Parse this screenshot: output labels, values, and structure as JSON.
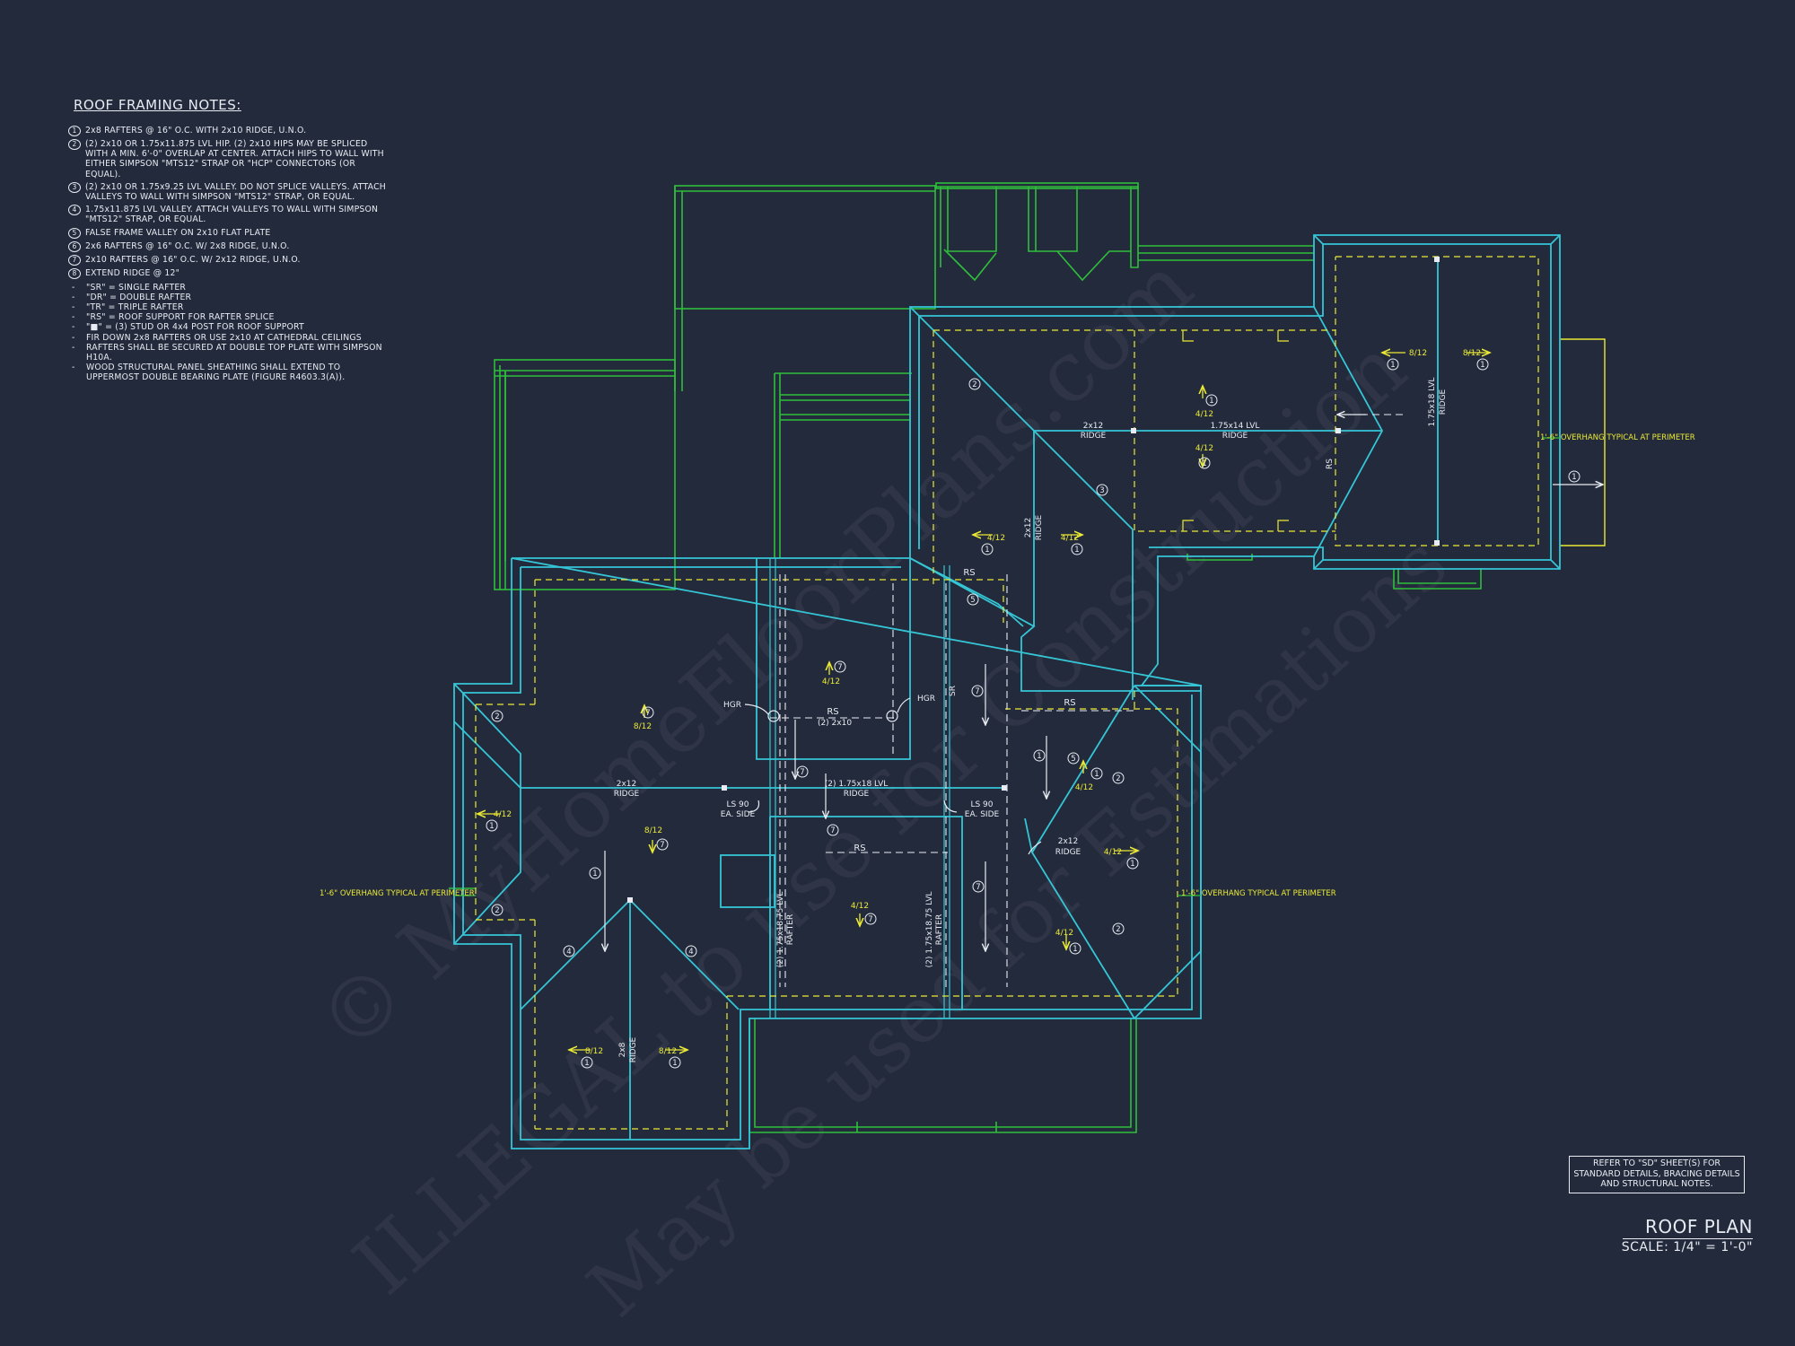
{
  "notes": {
    "title": "ROOF FRAMING NOTES:",
    "numbered": [
      {
        "num": "1",
        "text": "2x8 RAFTERS @ 16\" O.C. WITH 2x10 RIDGE, U.N.O."
      },
      {
        "num": "2",
        "text": "(2) 2x10 OR 1.75x11.875 LVL HIP. (2) 2x10 HIPS MAY BE SPLICED WITH A MIN. 6'-0\" OVERLAP AT CENTER. ATTACH HIPS TO WALL WITH EITHER SIMPSON \"MTS12\" STRAP OR \"HCP\" CONNECTORS (OR EQUAL)."
      },
      {
        "num": "3",
        "text": "(2) 2x10 OR 1.75x9.25 LVL VALLEY. DO NOT SPLICE VALLEYS. ATTACH VALLEYS TO WALL WITH SIMPSON \"MTS12\" STRAP, OR EQUAL."
      },
      {
        "num": "4",
        "text": "1.75x11.875 LVL VALLEY. ATTACH VALLEYS TO WALL WITH SIMPSON \"MTS12\" STRAP, OR EQUAL."
      },
      {
        "num": "5",
        "text": "FALSE FRAME VALLEY ON 2x10 FLAT PLATE"
      },
      {
        "num": "6",
        "text": "2x6 RAFTERS @ 16\" O.C. W/ 2x8 RIDGE, U.N.O."
      },
      {
        "num": "7",
        "text": "2x10 RAFTERS @ 16\" O.C. W/ 2x12 RIDGE, U.N.O."
      },
      {
        "num": "8",
        "text": "EXTEND RIDGE @ 12\""
      }
    ],
    "bullets": [
      "\"SR\" = SINGLE RAFTER",
      "\"DR\" = DOUBLE RAFTER",
      "\"TR\" = TRIPLE RAFTER",
      "\"RS\" = ROOF SUPPORT FOR RAFTER SPLICE",
      "\"■\" = (3) STUD OR 4x4 POST FOR ROOF SUPPORT",
      "FIR DOWN 2x8 RAFTERS OR USE 2x10 AT CATHEDRAL CEILINGS",
      "RAFTERS SHALL BE SECURED AT DOUBLE TOP PLATE WITH SIMPSON H10A.",
      "WOOD STRUCTURAL PANEL SHEATHING SHALL EXTEND TO UPPERMOST DOUBLE BEARING PLATE (FIGURE R4603.3(A))."
    ]
  },
  "labels": {
    "overhang": "1'-6\" OVERHANG TYPICAL AT PERIMETER",
    "ridge": "RIDGE",
    "rafter": "RAFTER",
    "rs": "RS",
    "sr": "SR",
    "hgr": "HGR",
    "ls90": "LS 90",
    "ea_side": "EA. SIDE",
    "two_2x10": "(2) 2x10",
    "lvl_2_175x18": "(2) 1.75x18 LVL",
    "lvl_175x14": "1.75x14 LVL",
    "lvl_175x18": "1.75x18 LVL",
    "lvl_2_175x1875": "(2) 1.75x18.75 LVL",
    "size_2x12": "2x12",
    "size_2x8": "2x8",
    "pitch_4": "4/12",
    "pitch_8": "8/12"
  },
  "marks": {
    "m1": "1",
    "m2": "2",
    "m3": "3",
    "m4": "4",
    "m5": "5",
    "m7": "7"
  },
  "reference_note": "REFER TO \"SD\" SHEET(S) FOR STANDARD DETAILS, BRACING DETAILS AND STRUCTURAL NOTES.",
  "title_block": {
    "title": "ROOF PLAN",
    "scale": "SCALE: 1/4\" = 1'-0\""
  },
  "watermark": {
    "line1": "© MyHomeFloorPlans.com",
    "line2": "ILLEGAL to use for Construction",
    "line3": "May be used for Estimations"
  },
  "colors": {
    "background": "#232a3c",
    "roof_outline": "#35c6d6",
    "walls": "#2fbf3a",
    "annotations": "#eaea35",
    "notes": "#e8ecf2"
  }
}
